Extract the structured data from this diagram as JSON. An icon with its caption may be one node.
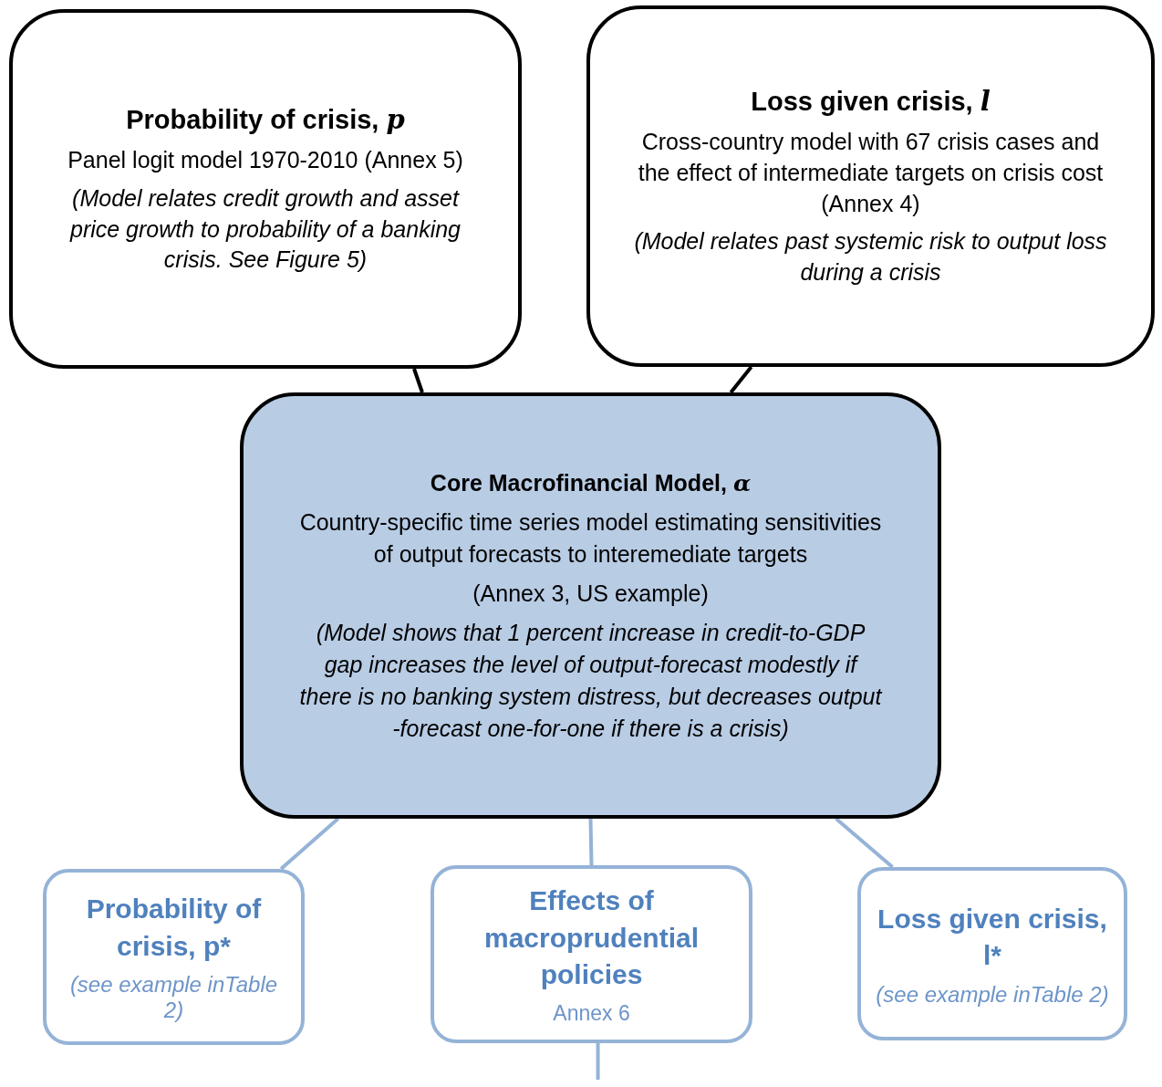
{
  "diagram": {
    "nodes": [
      {
        "text": [
          "Probability of crisis, *p*",
          "Panel logit model 1970-2010 (Annex 5)",
          "(Model relates credit growth and asset price growth to probability of a banking crisis. See Figure 5)"
        ]
      },
      {
        "text": [
          "Loss given crisis, *l*",
          "Cross-country model with 67 crisis cases and the effect of intermediate targets on crisis cost (Annex 4)",
          "(Model relates past systemic risk to output loss during a crisis"
        ]
      },
      {
        "text": [
          "Core Macrofinancial Model, *α*",
          "Country-specific time series model estimating sensitivities of output forecasts to interemediate targets",
          "(Annex 3, US example)",
          "(Model shows that 1 percent increase in credit-to-GDP gap increases the level of output-forecast modestly if there is no banking system distress, but decreases output -forecast one-for-one if there is a crisis)"
        ]
      },
      {
        "text": [
          "Probability of crisis, p*",
          "(see example inTable 2)"
        ]
      },
      {
        "text": [
          "Effects of macroprudential policies",
          "Annex 6"
        ]
      },
      {
        "text": [
          "Loss given crisis, l*",
          "(see example inTable 2)"
        ]
      }
    ],
    "edges": [
      {
        "from": 0,
        "to": 2,
        "arrow": "none",
        "color": "#000000"
      },
      {
        "from": 1,
        "to": 2,
        "arrow": "none",
        "color": "#000000"
      },
      {
        "from": 2,
        "to": 3,
        "arrow": "none"
      },
      {
        "from": 2,
        "to": 4,
        "arrow": "none"
      },
      {
        "from": 2,
        "to": 5,
        "arrow": "none"
      },
      {
        "from": 4,
        "to": null,
        "arrow": "none"
      }
    ]
  }
}
